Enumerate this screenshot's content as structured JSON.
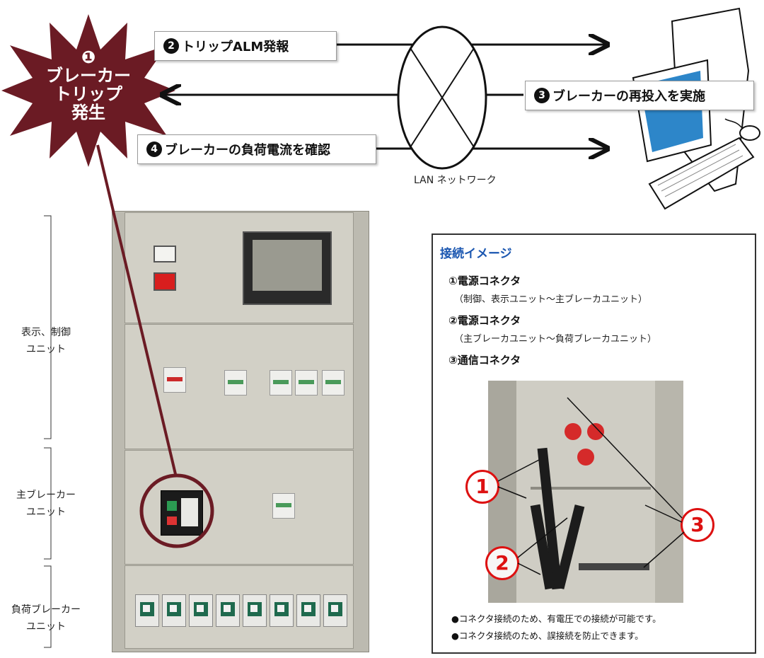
{
  "burst": {
    "number": "❶",
    "line1": "ブレーカー",
    "line2": "トリップ",
    "line3": "発生",
    "color": "#6b1b24"
  },
  "callouts": {
    "trip_alarm": {
      "num": "2",
      "text": "トリップALM発報"
    },
    "reclose": {
      "num": "3",
      "text": "ブレーカーの再投入を実施"
    },
    "check_load": {
      "num": "4",
      "text": "ブレーカーの負荷電流を確認"
    }
  },
  "network": {
    "label": "LAN ネットワーク"
  },
  "side_labels": {
    "display_unit": [
      "表示、制御",
      "ユニット"
    ],
    "main_breaker": [
      "主ブレーカー",
      "ユニット"
    ],
    "load_breaker": [
      "負荷ブレーカー",
      "ユニット"
    ]
  },
  "connection_image": {
    "title": "接続イメージ",
    "items": [
      {
        "heading": "①電源コネクタ",
        "sub": "（制御、表示ユニット～主ブレーカユニット）"
      },
      {
        "heading": "②電源コネクタ",
        "sub": "（主ブレーカユニット～負荷ブレーカユニット）"
      },
      {
        "heading": "③通信コネクタ",
        "sub": ""
      }
    ],
    "markers": [
      "1",
      "2",
      "3"
    ],
    "notes": [
      "●コネクタ接続のため、有電圧での接続が可能です。",
      "●コネクタ接続のため、誤接続を防止できます。"
    ]
  },
  "colors": {
    "accent_red": "#d11111",
    "title_blue": "#1a56b0",
    "burst": "#6b1b24",
    "panel": "#d2d0c6"
  }
}
